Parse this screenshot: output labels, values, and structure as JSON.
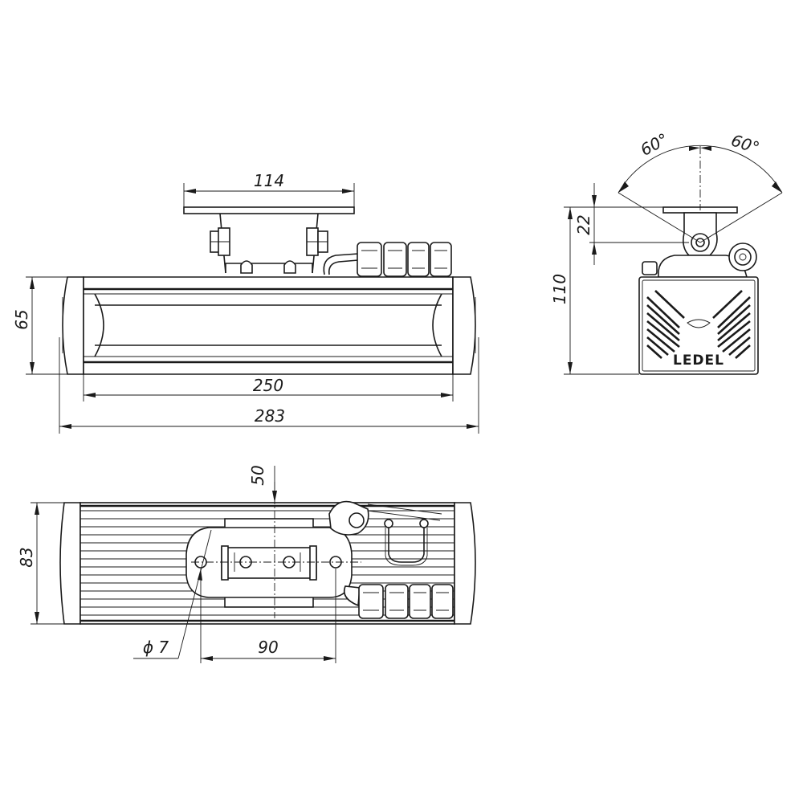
{
  "dimensions": {
    "front": {
      "bracket_width": "114",
      "height": "65",
      "inner_length": "250",
      "overall_length": "283"
    },
    "side": {
      "angle_left": "60°",
      "angle_right": "60°",
      "bracket_offset": "22",
      "height": "110"
    },
    "bottom": {
      "width": "83",
      "hole_spacing": "90",
      "hole_diameter": "ϕ 7",
      "offset": "50"
    }
  },
  "logo": "LEDEL"
}
